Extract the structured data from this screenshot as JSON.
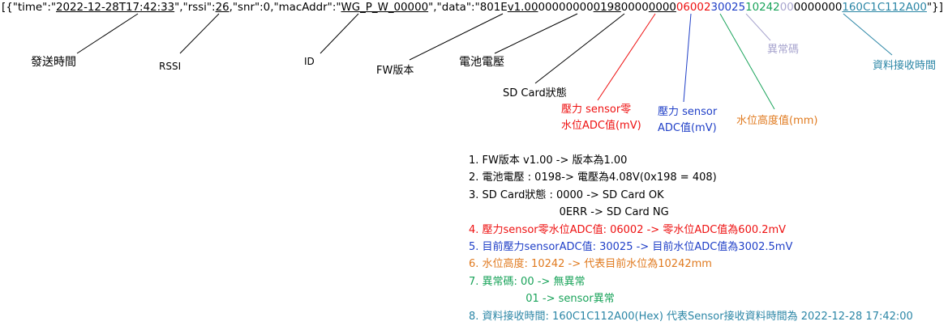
{
  "record": {
    "prefix": "[{\"time\":\"",
    "time": "2022-12-28T17:42:33",
    "rssi_key": "\",\"rssi\":",
    "rssi": "26",
    "snr_mac_key": ",\"snr\":0,\"macAddr\":\"",
    "mac": "WG_P_W_00000",
    "data_key": "\",\"data\":\"",
    "data_head": "801E",
    "fw": "v1.00",
    "pad1": "00000000",
    "battery": "0198",
    "sd": "0000",
    "pad2": "0000",
    "pressure_zero": "06002",
    "pressure_adc": "30025",
    "water_level": "10242",
    "error_code": "00",
    "pad3": "0000000",
    "recv_time": "160C1C112A00",
    "suffix": "\"}]"
  },
  "labels": {
    "send_time": "發送時間",
    "rssi": "RSSI",
    "id": "ID",
    "fw": "FW版本",
    "battery": "電池電壓",
    "sd": "SD Card狀態",
    "pressure_zero_line1": "壓力 sensor零",
    "pressure_zero_line2": "水位ADC值(mV)",
    "pressure_adc_line1": "壓力 sensor",
    "pressure_adc_line2": "ADC值(mV)",
    "water_level": "水位高度值(mm)",
    "error_code": "異常碼",
    "recv_time": "資料接收時間"
  },
  "notes": [
    "1. FW版本 v1.00 -> 版本為1.00",
    "2. 電池電壓 : 0198-> 電壓為4.08V(0x198 = 408)",
    "3. SD Card狀態 : 0000 -> SD Card OK",
    "                           0ERR -> SD Card NG",
    "4. 壓力sensor零水位ADC值: 06002 -> 零水位ADC值為600.2mV",
    "5. 目前壓力sensorADC值: 30025 -> 目前水位ADC值為3002.5mV",
    "6. 水位高度: 10242 -> 代表目前水位為10242mm",
    "7. 異常碼: 00 -> 無異常",
    "                 01 -> sensor異常",
    "8. 資料接收時間: 160C1C112A00(Hex) 代表Sensor接收資料時間為 2022-12-28 17:42:00"
  ],
  "colors": {
    "red": "#ee1111",
    "blue": "#1f3fc7",
    "orange": "#e07a1f",
    "green": "#19a35a",
    "lilac": "#a9a6cf",
    "teal": "#2b86a6"
  }
}
